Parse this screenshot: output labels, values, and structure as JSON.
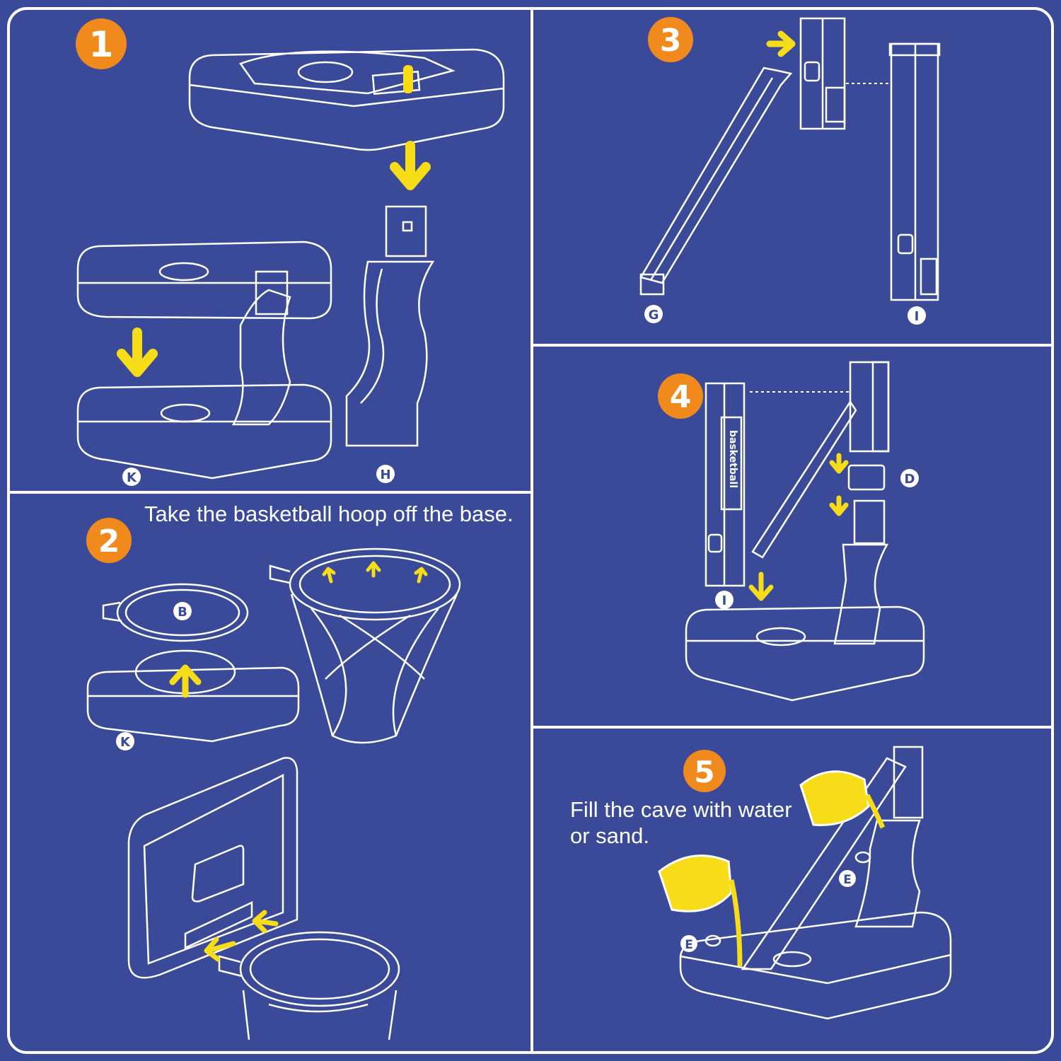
{
  "steps": [
    {
      "number": "1",
      "parts": [
        "K",
        "H"
      ],
      "caption": ""
    },
    {
      "number": "2",
      "parts": [
        "B",
        "K"
      ],
      "caption": "Take the basketball hoop off the base."
    },
    {
      "number": "3",
      "parts": [
        "G",
        "I"
      ],
      "caption": ""
    },
    {
      "number": "4",
      "parts": [
        "D",
        "I"
      ],
      "caption": ""
    },
    {
      "number": "5",
      "parts": [
        "E",
        "E"
      ],
      "caption": "Fill the cave with water or sand."
    }
  ],
  "pole_text": "basketball",
  "colors": {
    "background": "#3b4a98",
    "line_art": "#ffffff",
    "badge": "#f08a1d",
    "arrow": "#f7dc18"
  }
}
